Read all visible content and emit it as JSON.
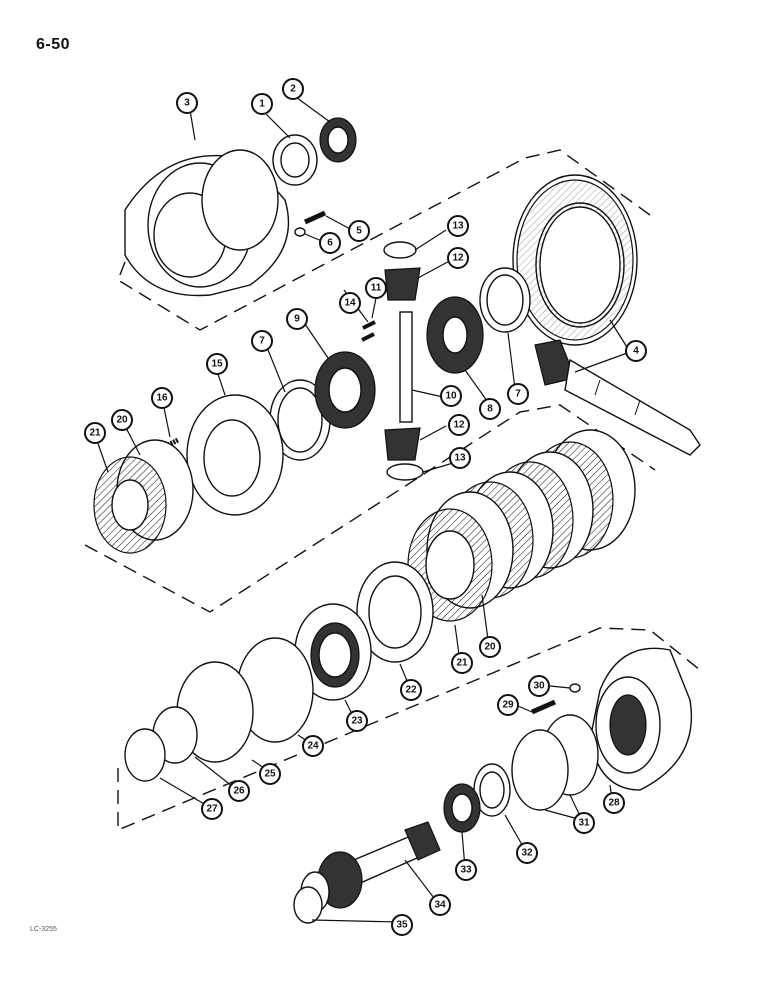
{
  "header": {
    "page_number": "6-50"
  },
  "footer": {
    "figure_code": "LC-3255"
  },
  "callouts": [
    "1",
    "2",
    "3",
    "4",
    "5",
    "6",
    "7",
    "8",
    "9",
    "10",
    "11",
    "12",
    "13",
    "14",
    "15",
    "16",
    "20",
    "21",
    "22",
    "23",
    "24",
    "25",
    "26",
    "27",
    "28",
    "29",
    "30",
    "31",
    "32",
    "33",
    "34",
    "35"
  ]
}
